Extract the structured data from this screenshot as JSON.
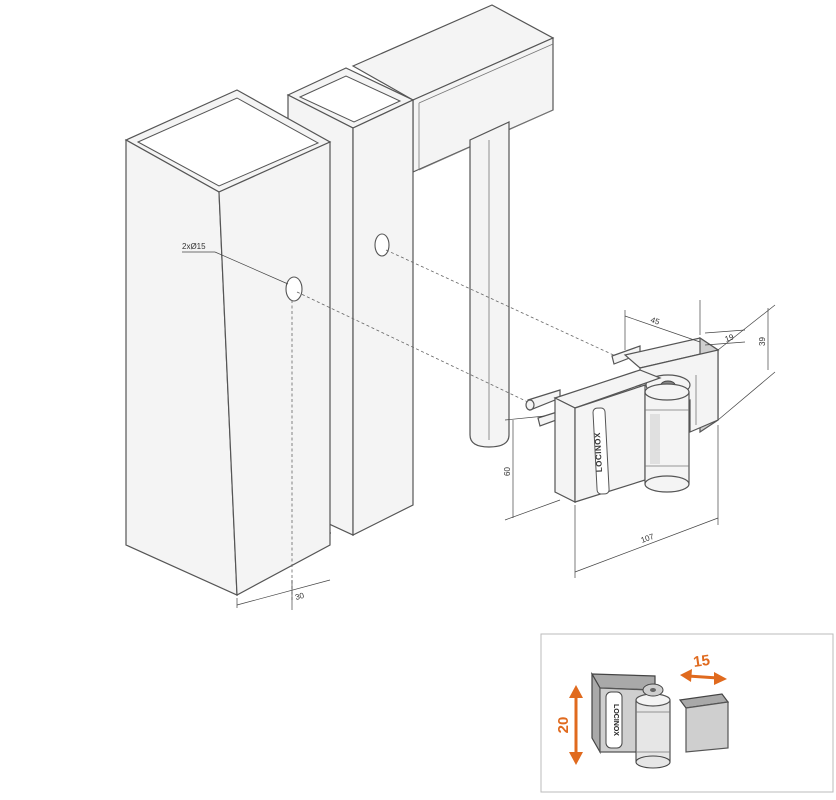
{
  "drawing": {
    "hole_label": "2xØ15",
    "dimensions": {
      "post_width": "30",
      "hinge_plate_width": "45",
      "hinge_offset": "19",
      "hinge_depth": "39",
      "hinge_height": "60",
      "hinge_length": "107"
    },
    "hinge_brand": "LOCINOX"
  },
  "inset": {
    "horizontal_adjust": "15",
    "vertical_adjust": "20",
    "hinge_brand": "LOCINOX",
    "arrow_color": "#e06a1e"
  },
  "colors": {
    "line": "#555555",
    "arrow": "#e06a1e",
    "inset_border": "#bbbbbb"
  }
}
